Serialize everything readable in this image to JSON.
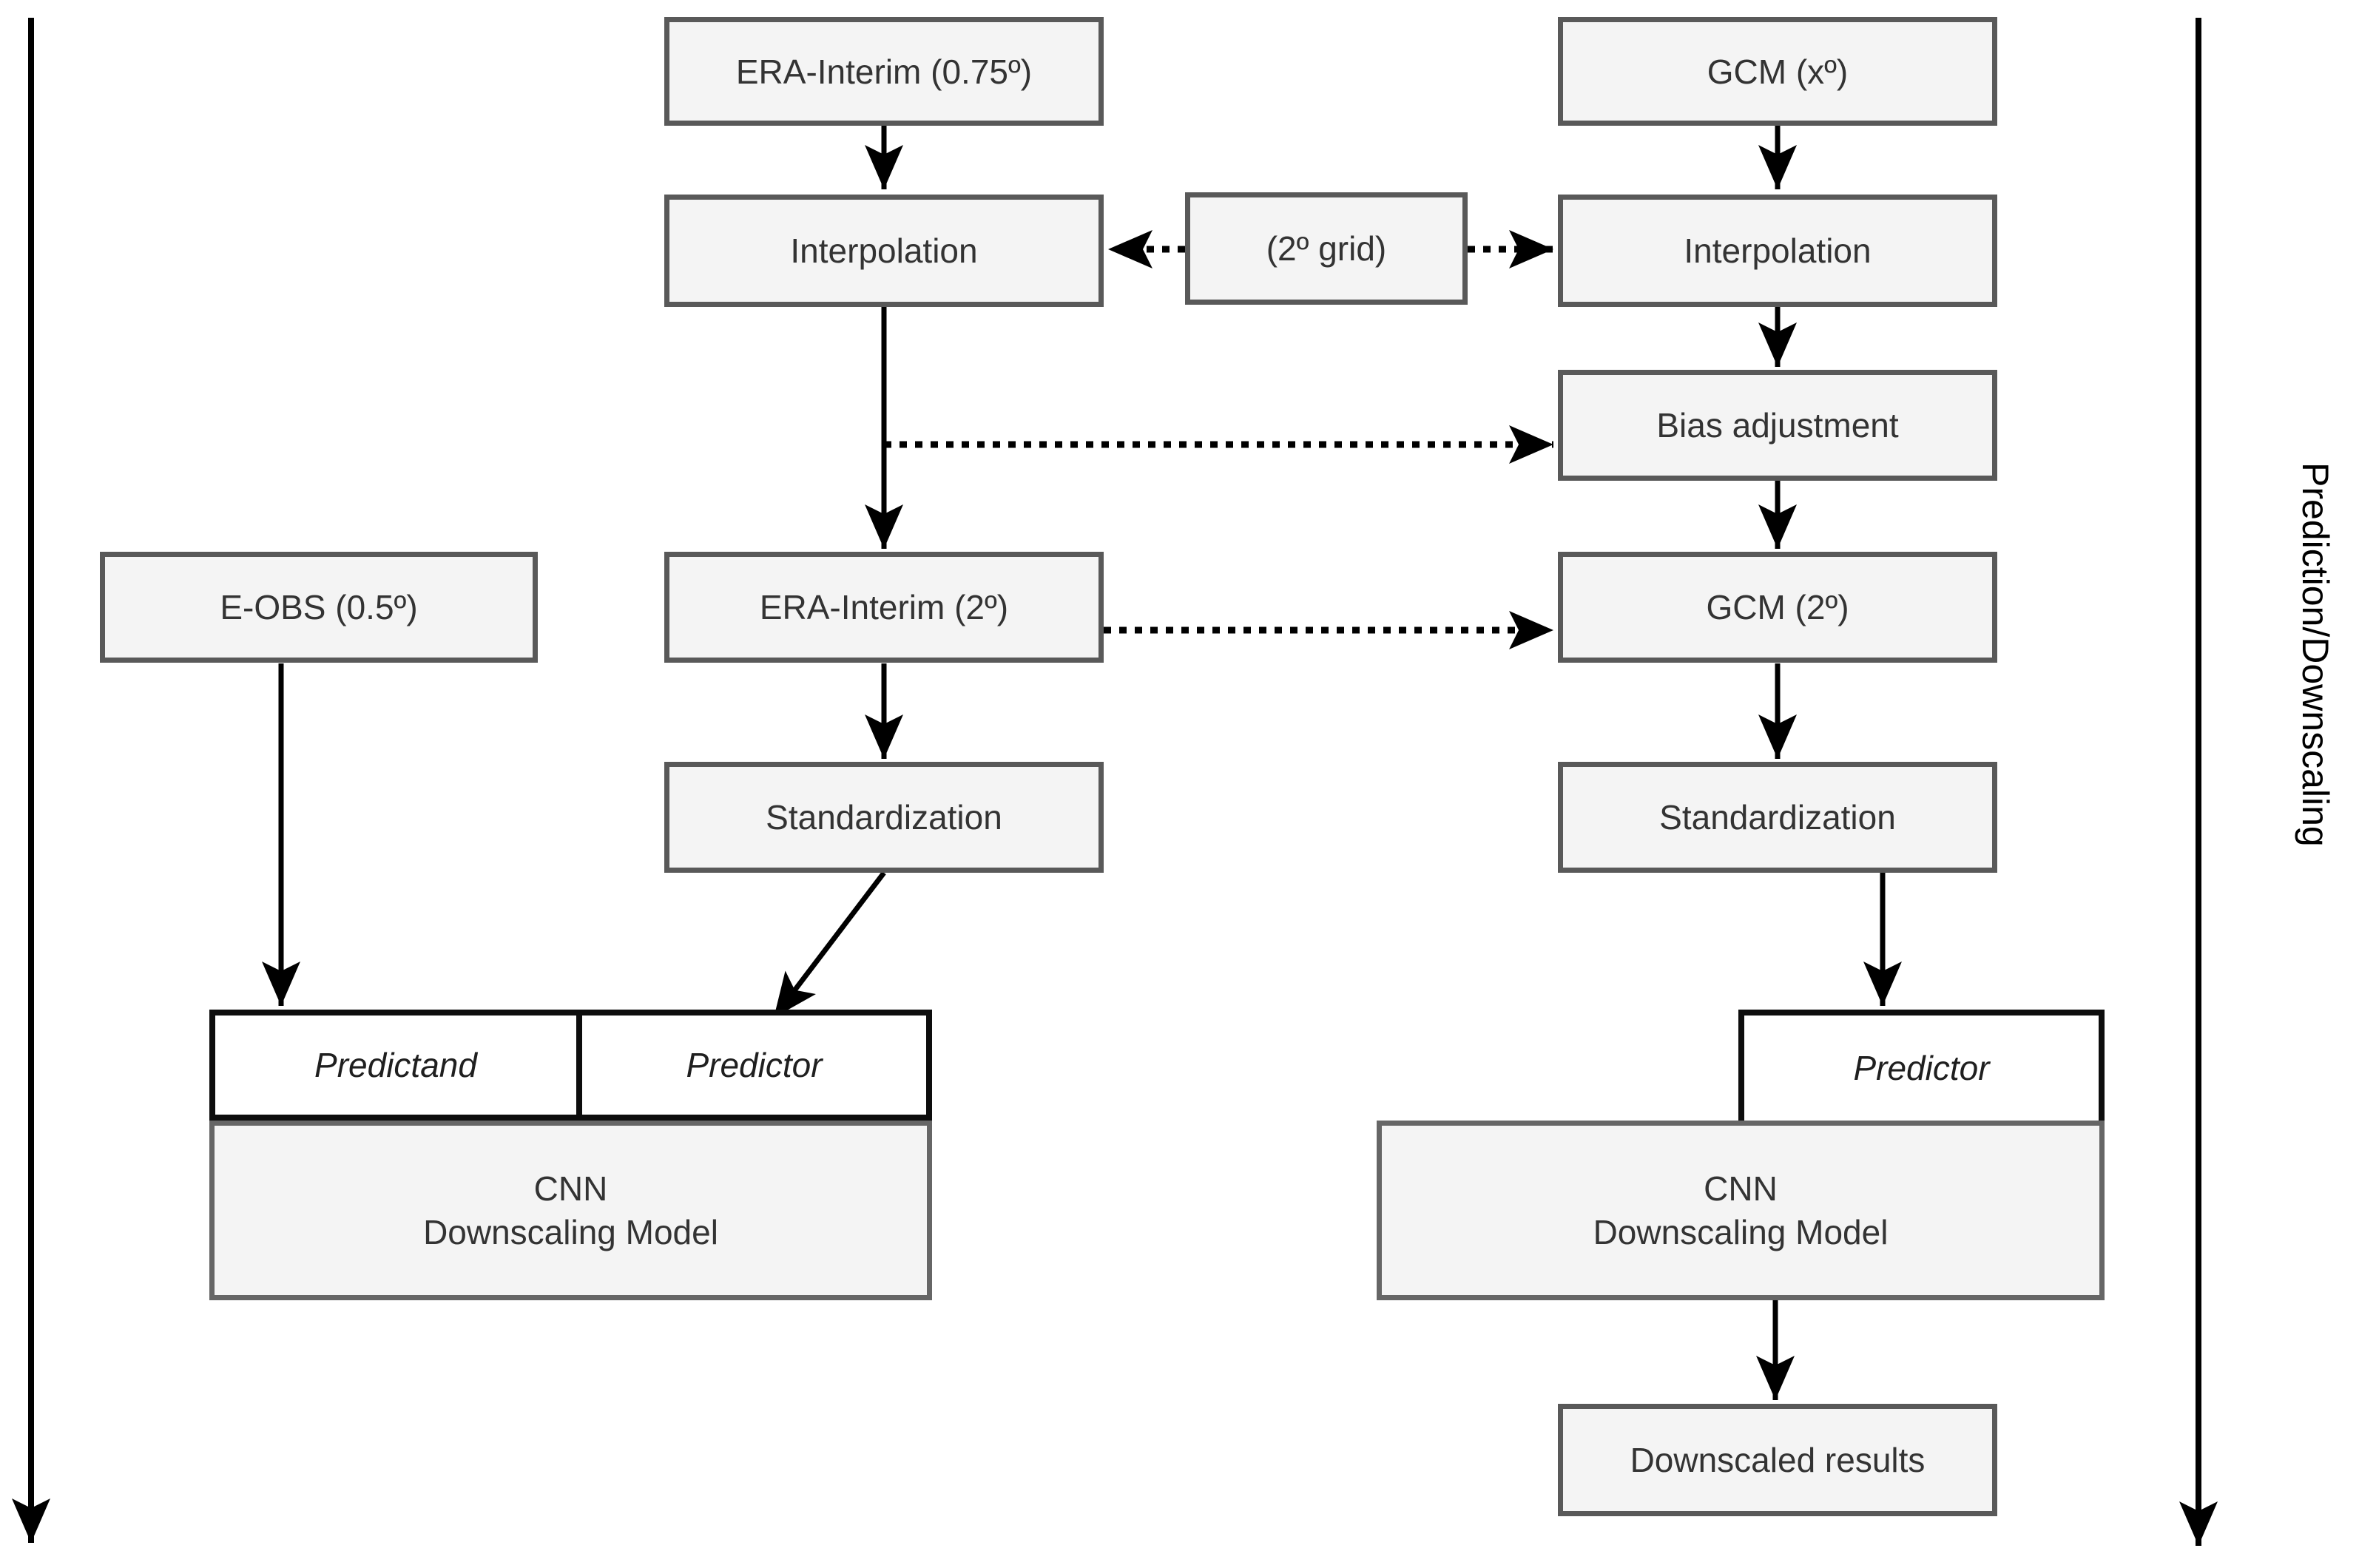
{
  "figure": {
    "side_labels": {
      "right": "Prediction/Downscaling"
    },
    "boxes": {
      "era_interim_075": "ERA-Interim (0.75º)",
      "interpolation_mid": "Interpolation",
      "grid_2deg": "(2º grid)",
      "gcm_x": "GCM (xº)",
      "interpolation_right": "Interpolation",
      "bias_adjustment": "Bias adjustment",
      "eobs": "E-OBS (0.5º)",
      "era_interim_2": "ERA-Interim (2º)",
      "gcm_2": "GCM (2º)",
      "standardization_mid": "Standardization",
      "standardization_right": "Standardization",
      "predictand": "Predictand",
      "predictor_left": "Predictor",
      "predictor_right": "Predictor",
      "cnn_left_line1": "CNN",
      "cnn_left_line2": "Downscaling Model",
      "cnn_right_line1": "CNN",
      "cnn_right_line2": "Downscaling Model",
      "downscaled_results": "Downscaled results"
    },
    "colors": {
      "process_fill": "#f4f4f4",
      "process_border": "#595959",
      "io_fill": "#ffffff",
      "io_border": "#0d0d0d",
      "cnn_border": "#666666",
      "arrow": "#000000",
      "text": "#333333"
    }
  }
}
